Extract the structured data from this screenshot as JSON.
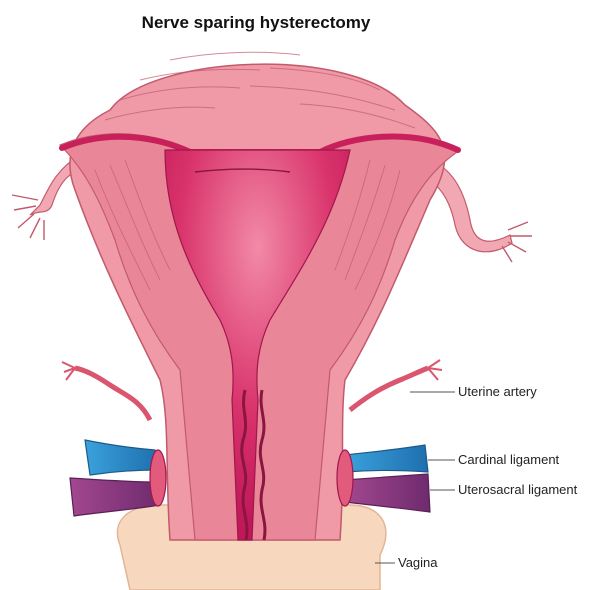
{
  "title": "Nerve sparing hysterectomy",
  "labels": {
    "uterine_artery": "Uterine artery",
    "cardinal_ligament": "Cardinal ligament",
    "uterosacral_ligament": "Uterosacral ligament",
    "vagina": "Vagina"
  },
  "colors": {
    "uterus_outer": "#ef9aa6",
    "uterus_mid": "#e06b84",
    "cavity": "#d6336a",
    "cardinal": "#2f8fc9",
    "uterosacral": "#8e3a86",
    "vagina": "#f6d2b6",
    "outline": "#6b2a3a"
  }
}
